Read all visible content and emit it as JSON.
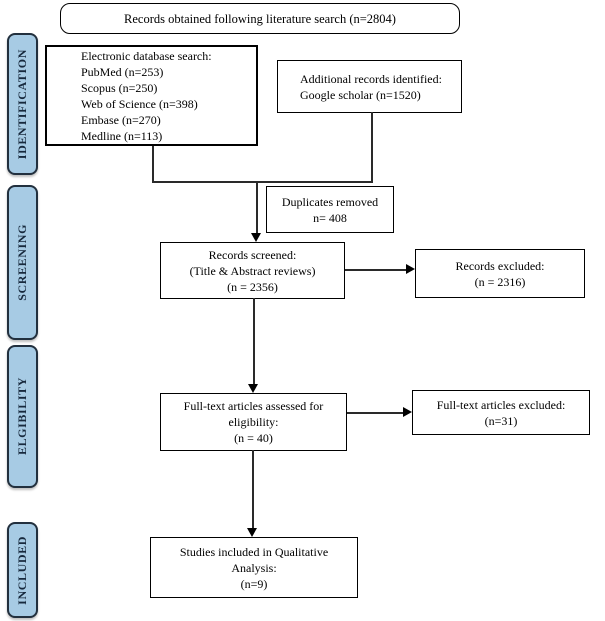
{
  "stages": [
    {
      "label": "IDENTIFICATION"
    },
    {
      "label": "SCREENING"
    },
    {
      "label": "ELGIBILITY"
    },
    {
      "label": "INCLUDED"
    }
  ],
  "boxes": {
    "top": {
      "text": "Records obtained following literature search (n=2804)"
    },
    "db_search": {
      "lines": [
        "Electronic database search:",
        "PubMed (n=253)",
        "Scopus (n=250)",
        "Web of Science (n=398)",
        "Embase (n=270)",
        "Medline (n=113)"
      ]
    },
    "additional": {
      "lines": [
        "Additional records identified:",
        "Google scholar (n=1520)"
      ]
    },
    "duplicates": {
      "lines": [
        "Duplicates removed",
        "n= 408"
      ]
    },
    "screened": {
      "lines": [
        "Records screened:",
        "(Title & Abstract reviews)",
        "(n = 2356)"
      ]
    },
    "records_excluded": {
      "lines": [
        "Records excluded:",
        "(n = 2316)"
      ]
    },
    "fulltext": {
      "lines": [
        "Full-text articles assessed for",
        "eligibility:",
        "(n = 40)"
      ]
    },
    "fulltext_excluded": {
      "lines": [
        "Full-text articles excluded:",
        "(n=31)"
      ]
    },
    "included": {
      "lines": [
        "Studies included in Qualitative",
        "Analysis:",
        "(n=9)"
      ]
    }
  },
  "colors": {
    "stage_fill": "#a7cbe4",
    "stage_border": "#22303e",
    "stage_text": "#17293d",
    "box_border": "#000000",
    "line_color": "#2a2a2a",
    "bg": "#ffffff"
  }
}
